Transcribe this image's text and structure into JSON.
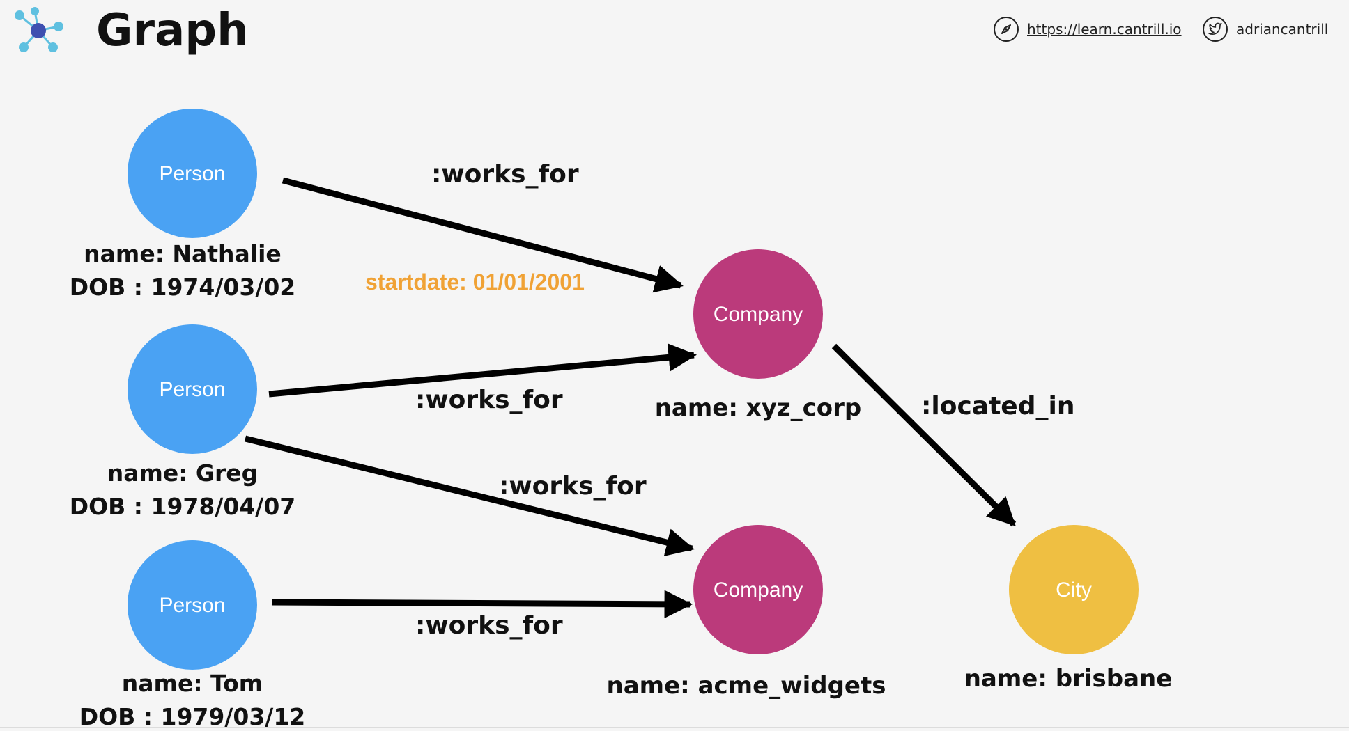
{
  "header": {
    "title": "Graph",
    "site_link": "https://learn.cantrill.io",
    "twitter_handle": "adriancantrill"
  },
  "colors": {
    "person": "#4aa2f3",
    "company": "#bb3a7b",
    "city": "#efbf42",
    "property_highlight": "#f0a235",
    "edge": "#000000",
    "text": "#111111"
  },
  "nodes": [
    {
      "id": "nathalie",
      "kind": "person",
      "label": "Person",
      "props": [
        "name: Nathalie",
        "DOB : 1974/03/02"
      ]
    },
    {
      "id": "greg",
      "kind": "person",
      "label": "Person",
      "props": [
        "name: Greg",
        "DOB : 1978/04/07"
      ]
    },
    {
      "id": "tom",
      "kind": "person",
      "label": "Person",
      "props": [
        "name: Tom",
        "DOB : 1979/03/12"
      ]
    },
    {
      "id": "xyz",
      "kind": "company",
      "label": "Company",
      "props": [
        "name: xyz_corp"
      ]
    },
    {
      "id": "acme",
      "kind": "company",
      "label": "Company",
      "props": [
        "name: acme_widgets"
      ]
    },
    {
      "id": "brisbane",
      "kind": "city",
      "label": "City",
      "props": [
        "name: brisbane"
      ]
    }
  ],
  "edges": [
    {
      "from": "nathalie",
      "to": "xyz",
      "label": ":works_for",
      "property": "startdate: 01/01/2001"
    },
    {
      "from": "greg",
      "to": "xyz",
      "label": ":works_for"
    },
    {
      "from": "greg",
      "to": "acme",
      "label": ":works_for"
    },
    {
      "from": "tom",
      "to": "acme",
      "label": ":works_for"
    },
    {
      "from": "xyz",
      "to": "brisbane",
      "label": ":located_in"
    }
  ]
}
